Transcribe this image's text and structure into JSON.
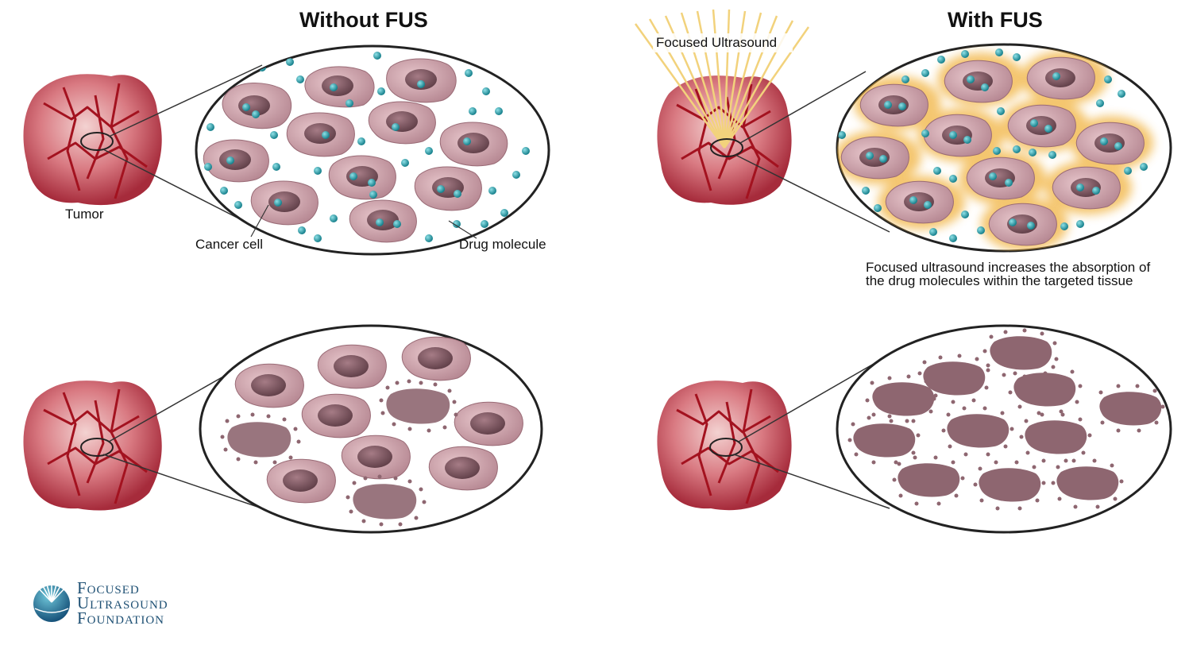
{
  "panels": {
    "without_title": "Without FUS",
    "with_title": "With FUS"
  },
  "labels": {
    "tumor": "Tumor",
    "cancer_cell": "Cancer cell",
    "drug_molecule": "Drug molecule",
    "focused_ultrasound": "Focused Ultrasound",
    "caption_line1": "Focused ultrasound increases the absorption of",
    "caption_line2": "the drug molecules within the targeted tissue"
  },
  "logo": {
    "line1": "Focused",
    "line2": "Ultrasound",
    "line3": "Foundation"
  },
  "colors": {
    "tumor": "#b93a4a",
    "vessel": "#a3121f",
    "cell": "#c89aa3",
    "nucleus": "#7a5560",
    "drug": "#2a9aa6",
    "glow": "#f1b341",
    "beam": "#f2d27c",
    "logo": "#1d4f73"
  }
}
